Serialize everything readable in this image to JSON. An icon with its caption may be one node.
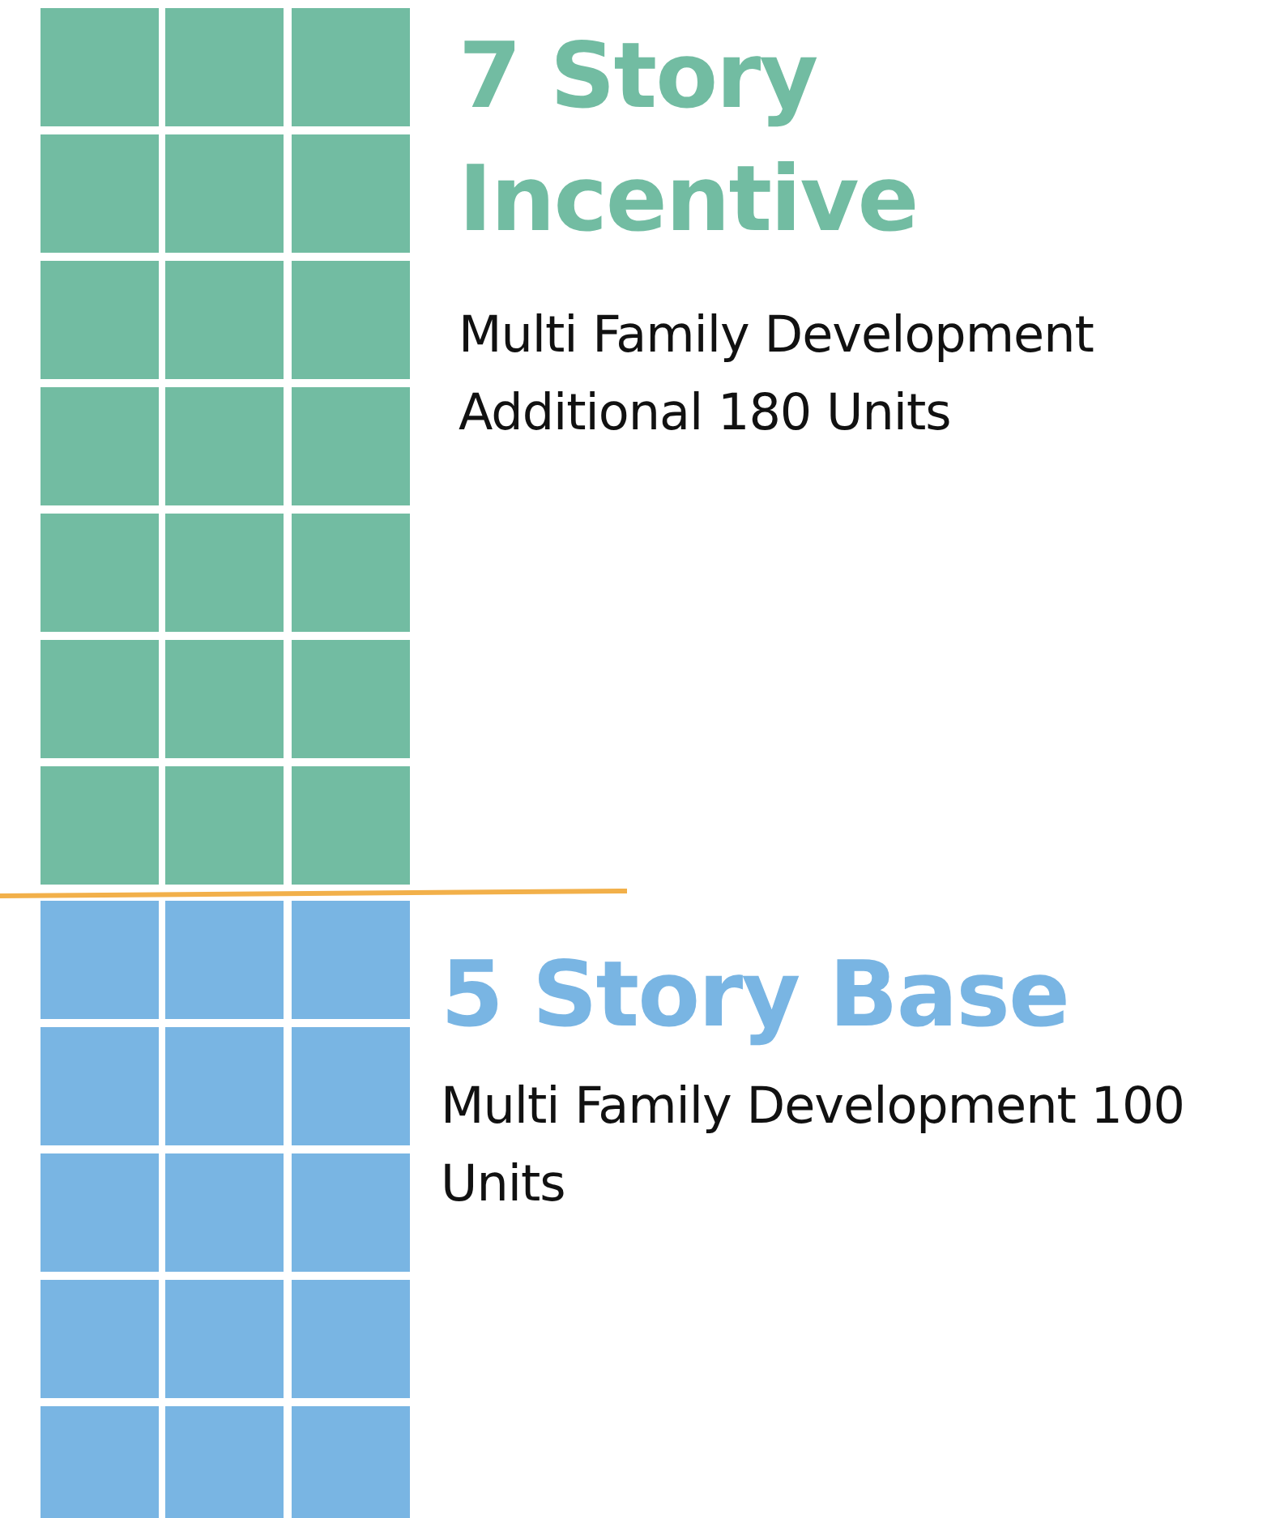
{
  "diagram": {
    "labels": [
      "7 Story Incentive",
      "Multi Family Development Additional 180 Units",
      "5 Story Base",
      "Multi Family Development 100 Units"
    ]
  }
}
